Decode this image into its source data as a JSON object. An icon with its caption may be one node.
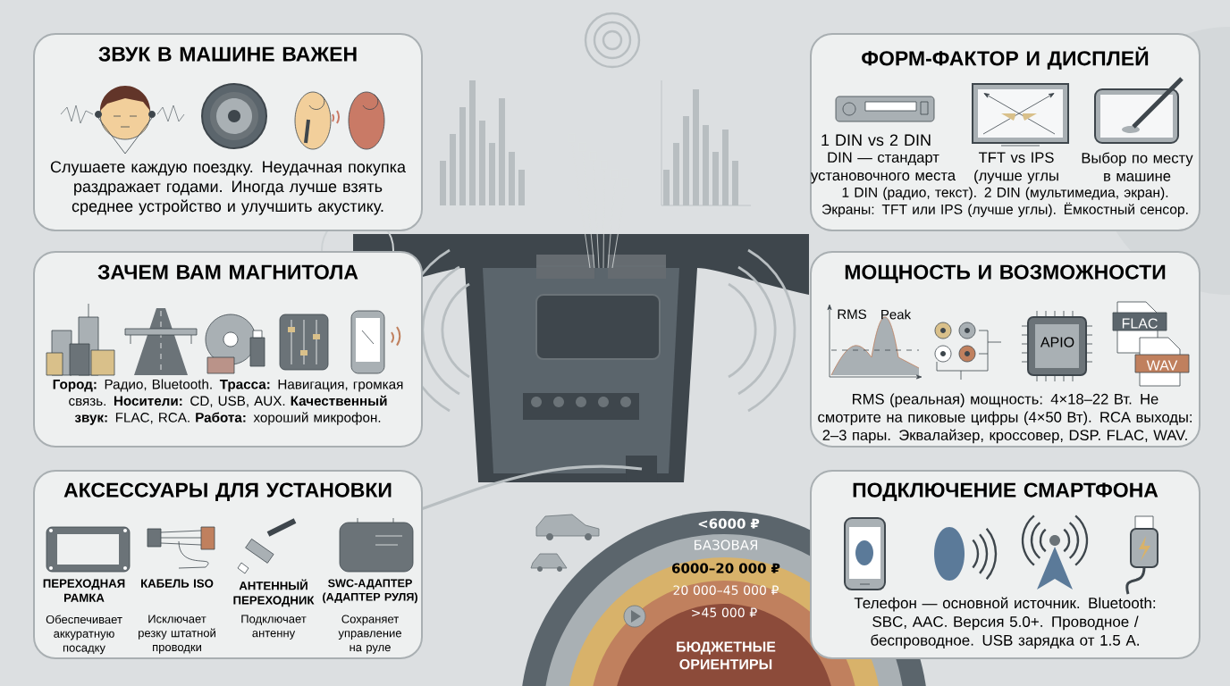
{
  "diagram": {
    "nodes": [
      {
        "text": [
          "ЗВУК В МАШИНЕ ВАЖЕН",
          "Слушаете каждую поездку. Неудачная покупка раздражает годами. Иногда лучше взять среднее устройство и улучшить акустику."
        ]
      },
      {
        "text": [
          "ЗАЧЕМ ВАМ МАГНИТОЛА",
          "**Город:** Радио, Bluetooth. **Трасса:** Навигация, громкая связь. **Носители:** CD, USB, AUX. **Качественный звук:** FLAC, RCA. **Работа:** хороший микрофон."
        ]
      },
      {
        "text": [
          "АКСЕССУАРЫ ДЛЯ УСТАНОВКИ"
        ]
      },
      {
        "text": [
          "ФОРМ-ФАКТОР И ДИСПЛЕЙ",
          "1 DIN (радио, текст). 2 DIN (мультимедиа, экран). Экраны: TFT или IPS (лучше углы). Ёмкостный сенсор."
        ]
      },
      {
        "text": [
          "МОЩНОСТЬ И ВОЗМОЖНОСТИ",
          "RMS (реальная) мощность: 4×18–22 Вт. Не смотрите на пиковые цифры (4×50 Вт). RCA выходы: 2–3 пары. Эквалайзер, кроссовер, DSP. FLAC, WAV."
        ]
      },
      {
        "text": [
          "ПОДКЛЮЧЕНИЕ СМАРТФОНА",
          "Телефон — основной источник. Bluetooth: SBC, AAC. Версия 5.0+. Проводное / беспроводное. USB зарядка от 1.5 А."
        ]
      }
    ],
    "labels": [
      "1 DIN vs 2 DIN",
      "DIN — стандарт установочного места",
      "TFT vs IPS (лучше углы",
      "Выбор по месту в машине",
      "RMS",
      "Peak",
      "APIO",
      "FLAC",
      "WAV",
      "ПЕРЕХОДНАЯ РАМКА",
      "Обеспечивает аккуратную посадку",
      "КАБЕЛЬ ISO",
      "Исключает резку штатной проводки",
      "АНТЕННЫЙ ПЕРЕХОДНИК",
      "Подключает антенну",
      "SWC-АДАПТЕР (АДАПТЕР РУЛЯ)",
      "Сохраняет управление на руле",
      "<6000 ₽",
      "БАЗОВАЯ",
      "6000–20 000 ₽",
      "20 000–45 000 ₽",
      ">45 000 ₽",
      "БЮДЖЕТНЫЕ ОРИЕНТИРЫ"
    ]
  }
}
